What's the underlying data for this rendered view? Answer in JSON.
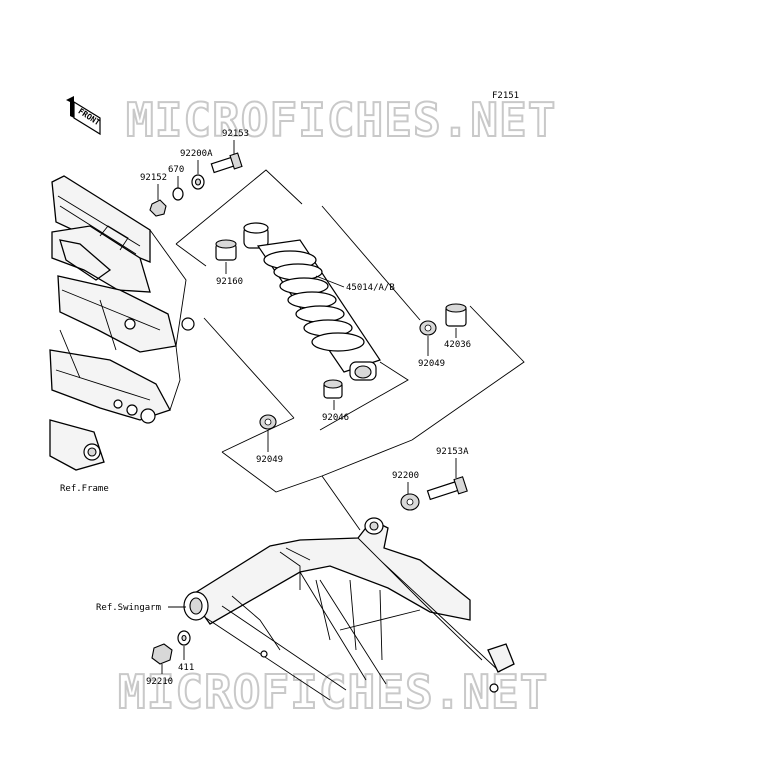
{
  "figure_code": "F2151",
  "watermark": "MICROFICHES.NET",
  "front_label": "FRONT",
  "labels": {
    "p92153": "92153",
    "p92200A": "92200A",
    "p670": "670",
    "p92152": "92152",
    "p92160": "92160",
    "p45014": "45014/A/B",
    "p42036": "42036",
    "p92049_right": "92049",
    "p92046": "92046",
    "p92049_left": "92049",
    "ref_frame": "Ref.Frame",
    "p92153A": "92153A",
    "p92200": "92200",
    "ref_swingarm": "Ref.Swingarm",
    "p411": "411",
    "p92210": "92210"
  }
}
